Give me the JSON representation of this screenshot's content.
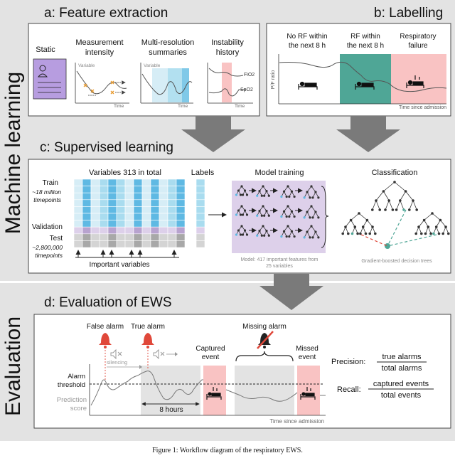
{
  "left_labels": {
    "ml": "Machine learning",
    "eval": "Evaluation"
  },
  "panel_a": {
    "title": "a: Feature extraction",
    "static": "Static",
    "measure_l1": "Measurement",
    "measure_l2": "intensity",
    "multi_l1": "Multi-resolution",
    "multi_l2": "summaries",
    "inst_l1": "Instability",
    "inst_l2": "history",
    "variable": "Variable",
    "variable2": "Variable",
    "time1": "Time",
    "time2": "Time",
    "time3": "Time",
    "fio2": "FiO2",
    "spo2": "SpO2"
  },
  "panel_b": {
    "title": "b: Labelling",
    "col1_l1": "No RF within",
    "col1_l2": "the next 8 h",
    "col2_l1": "RF within",
    "col2_l2": "the next 8 h",
    "col3_l1": "Respiratory",
    "col3_l2": "failure",
    "ylabel": "P/F ratio",
    "xlabel": "Time since admission"
  },
  "panel_c": {
    "title": "c: Supervised learning",
    "variables": "Variables 313 in total",
    "labels": "Labels",
    "train": "Train",
    "train_sub1": "~18 million",
    "train_sub2": "timepoints",
    "validation": "Validation",
    "test": "Test",
    "test_sub1": "~2,800,000",
    "test_sub2": "timepoints",
    "important": "Important variables",
    "model_training": "Model training",
    "model_note1": "Model: 417 important features from",
    "model_note2": "25 variables",
    "classification": "Classification",
    "gbdt": "Gradient-boosted decision trees"
  },
  "panel_d": {
    "title": "d: Evaluation of EWS",
    "false_alarm": "False alarm",
    "true_alarm": "True alarm",
    "missing_alarm": "Missing alarm",
    "silencing": "silencing",
    "captured_l1": "Captured",
    "captured_l2": "event",
    "missed_l1": "Missed",
    "missed_l2": "event",
    "alarm_thr1": "Alarm",
    "alarm_thr2": "threshold",
    "pred1": "Prediction",
    "pred2": "score",
    "hours": "8 hours",
    "time": "Time since admission",
    "precision_label": "Precision:",
    "precision_num": "true alarms",
    "precision_den": "total alarms",
    "recall_label": "Recall:",
    "recall_num": "captured events",
    "recall_den": "total events"
  },
  "caption": "Figure 1: Workflow diagram of the respiratory EWS.",
  "colors": {
    "band": "#e3e3e3",
    "static_card": "#b79de0",
    "blue_light": "#d6edf6",
    "blue_mid": "#a9dcef",
    "blue_cell": "#5fb9e3",
    "teal": "#4fa696",
    "pink": "#f9c3c3",
    "red": "#e0483a",
    "purple_bg": "#ddd0ea",
    "arrow": "#7a7a7a"
  }
}
